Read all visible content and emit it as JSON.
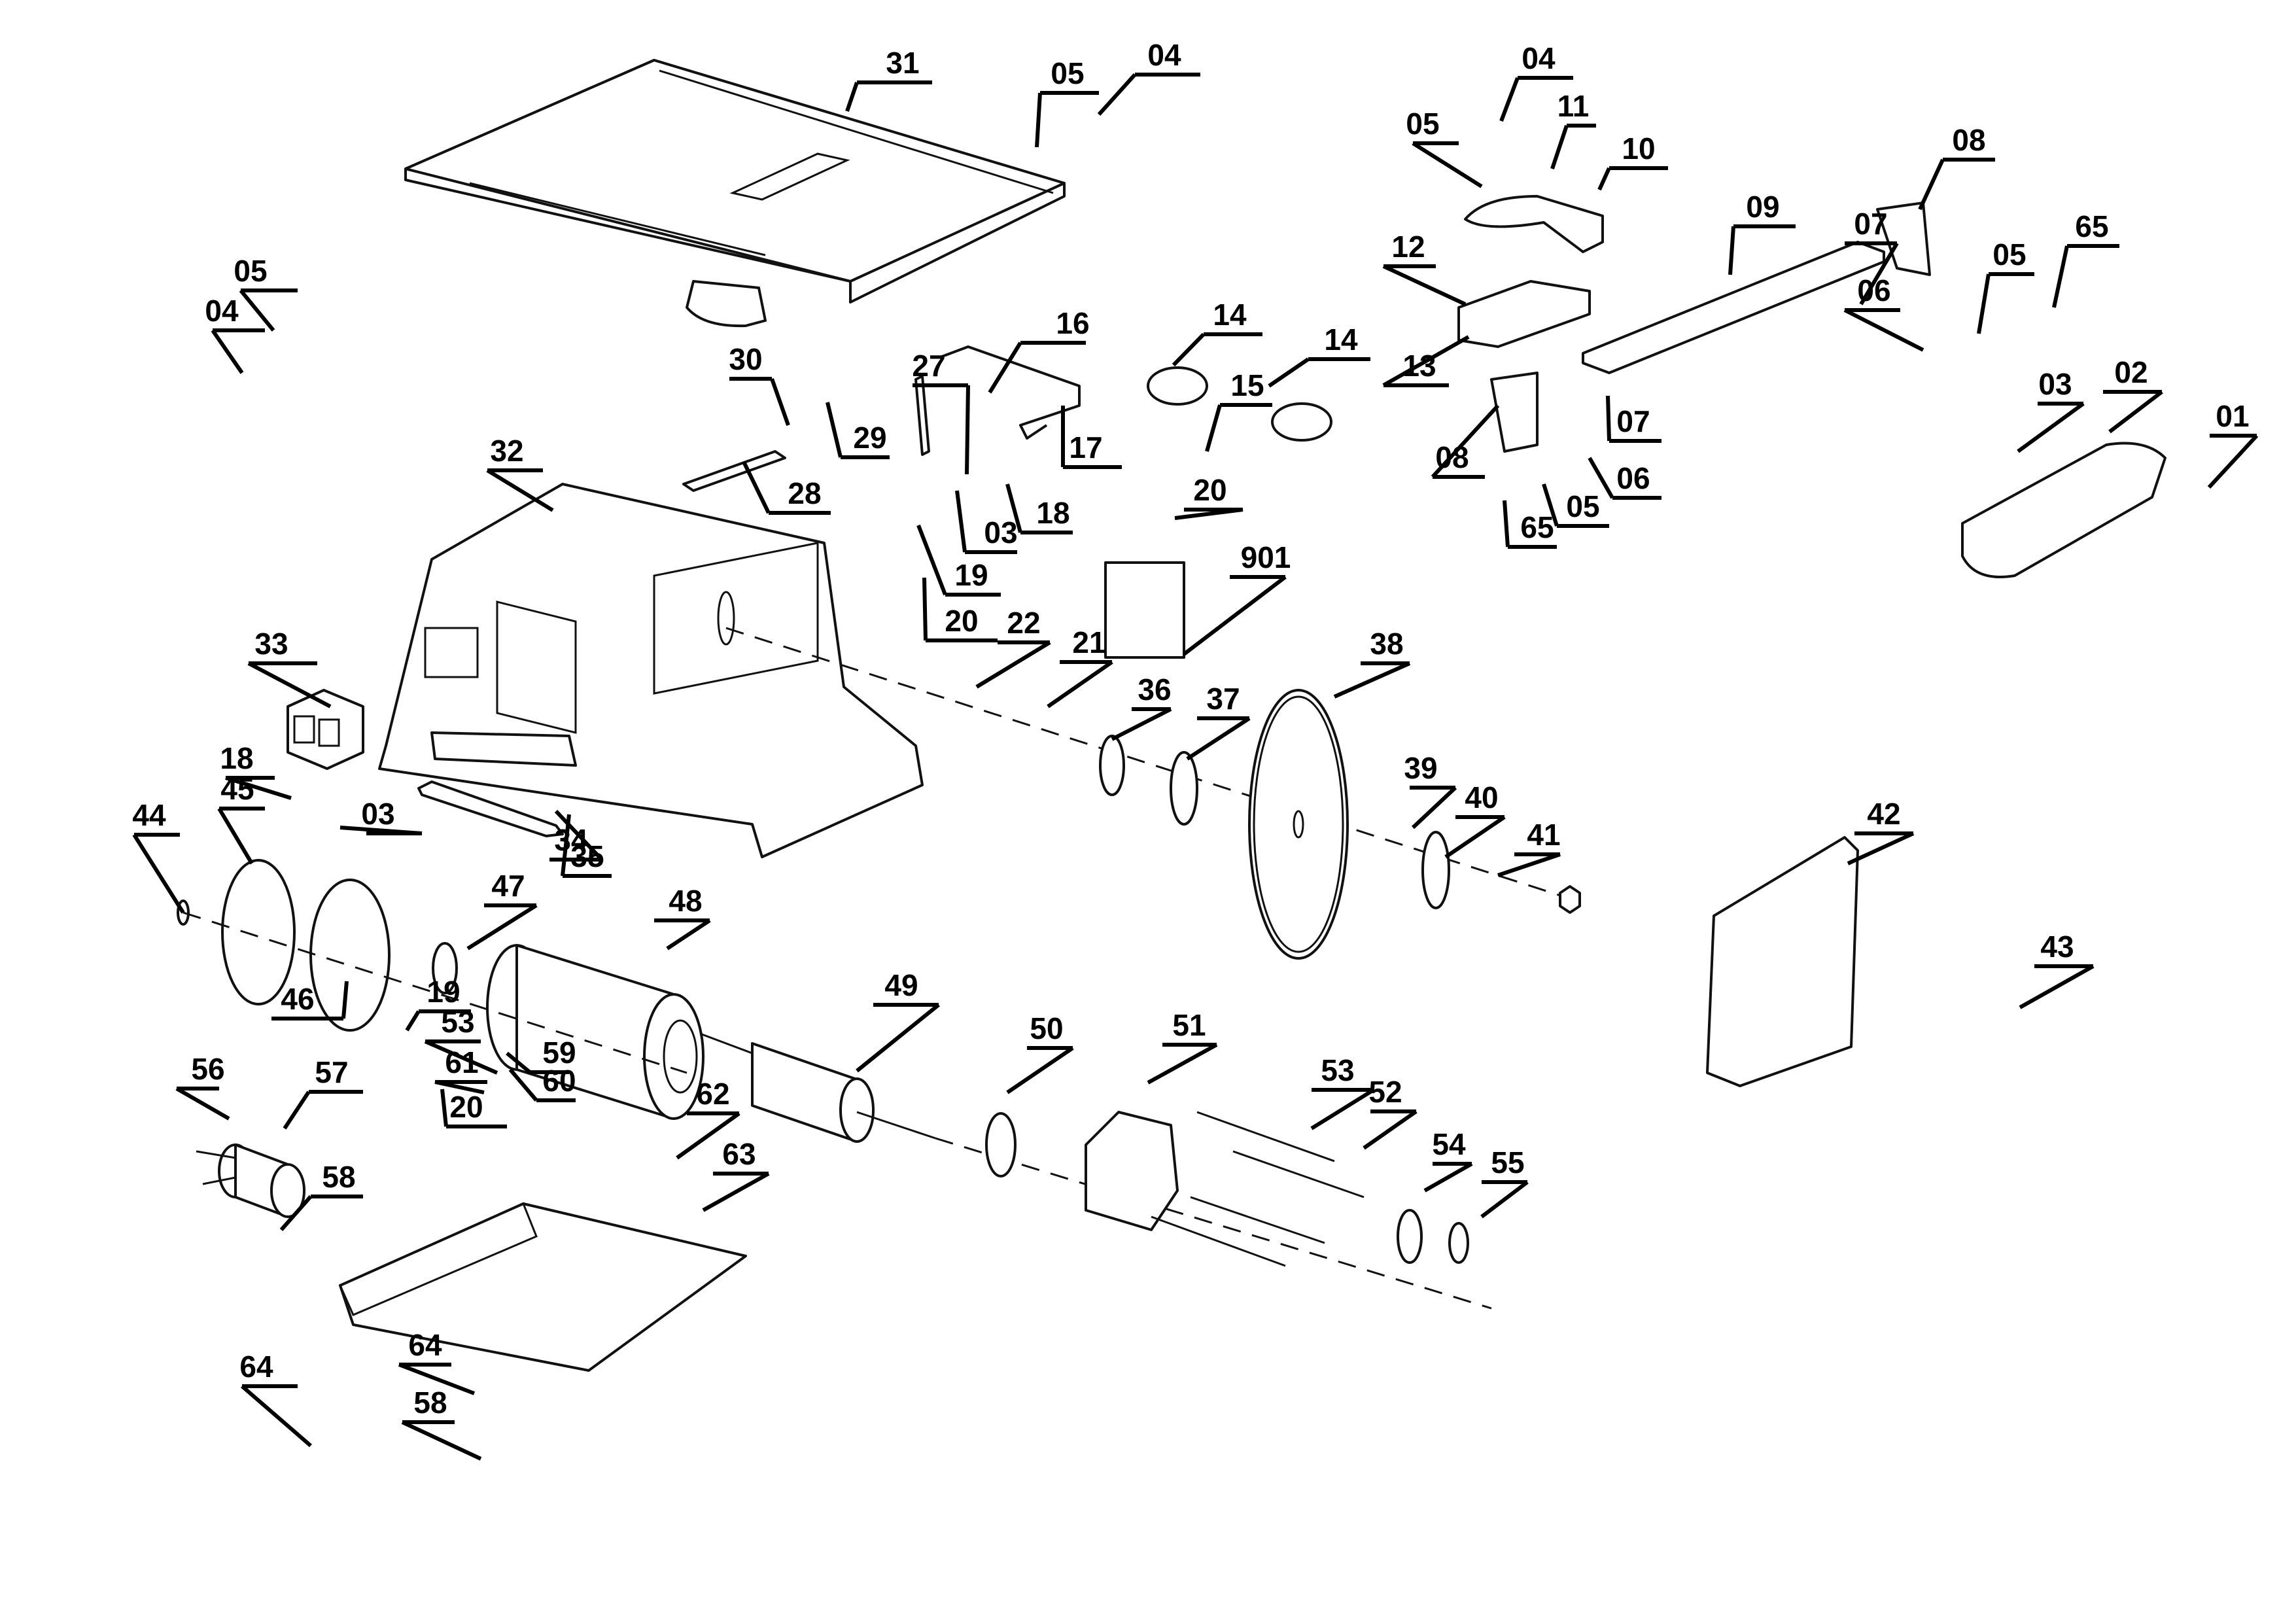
{
  "diagram": {
    "title": "Table saw exploded parts diagram",
    "callouts": [
      {
        "id": "c01",
        "label": "01"
      },
      {
        "id": "c02",
        "label": "02"
      },
      {
        "id": "c03a",
        "label": "03"
      },
      {
        "id": "c03b",
        "label": "03"
      },
      {
        "id": "c03c",
        "label": "03"
      },
      {
        "id": "c04a",
        "label": "04"
      },
      {
        "id": "c04b",
        "label": "04"
      },
      {
        "id": "c04c",
        "label": "04"
      },
      {
        "id": "c05a",
        "label": "05"
      },
      {
        "id": "c05b",
        "label": "05"
      },
      {
        "id": "c05c",
        "label": "05"
      },
      {
        "id": "c05d",
        "label": "05"
      },
      {
        "id": "c05e",
        "label": "05"
      },
      {
        "id": "c06a",
        "label": "06"
      },
      {
        "id": "c06b",
        "label": "06"
      },
      {
        "id": "c07a",
        "label": "07"
      },
      {
        "id": "c07b",
        "label": "07"
      },
      {
        "id": "c08a",
        "label": "08"
      },
      {
        "id": "c08b",
        "label": "08"
      },
      {
        "id": "c09",
        "label": "09"
      },
      {
        "id": "c10",
        "label": "10"
      },
      {
        "id": "c11",
        "label": "11"
      },
      {
        "id": "c12",
        "label": "12"
      },
      {
        "id": "c13",
        "label": "13"
      },
      {
        "id": "c14a",
        "label": "14"
      },
      {
        "id": "c14b",
        "label": "14"
      },
      {
        "id": "c15",
        "label": "15"
      },
      {
        "id": "c16",
        "label": "16"
      },
      {
        "id": "c17",
        "label": "17"
      },
      {
        "id": "c18a",
        "label": "18"
      },
      {
        "id": "c18b",
        "label": "18"
      },
      {
        "id": "c19a",
        "label": "19"
      },
      {
        "id": "c19b",
        "label": "19"
      },
      {
        "id": "c20a",
        "label": "20"
      },
      {
        "id": "c20b",
        "label": "20"
      },
      {
        "id": "c20c",
        "label": "20"
      },
      {
        "id": "c21",
        "label": "21"
      },
      {
        "id": "c22",
        "label": "22"
      },
      {
        "id": "c27",
        "label": "27"
      },
      {
        "id": "c28",
        "label": "28"
      },
      {
        "id": "c29",
        "label": "29"
      },
      {
        "id": "c30",
        "label": "30"
      },
      {
        "id": "c31",
        "label": "31"
      },
      {
        "id": "c32",
        "label": "32"
      },
      {
        "id": "c33",
        "label": "33"
      },
      {
        "id": "c34",
        "label": "34"
      },
      {
        "id": "c35",
        "label": "35"
      },
      {
        "id": "c36",
        "label": "36"
      },
      {
        "id": "c37",
        "label": "37"
      },
      {
        "id": "c38",
        "label": "38"
      },
      {
        "id": "c39",
        "label": "39"
      },
      {
        "id": "c40",
        "label": "40"
      },
      {
        "id": "c41",
        "label": "41"
      },
      {
        "id": "c42",
        "label": "42"
      },
      {
        "id": "c43",
        "label": "43"
      },
      {
        "id": "c44",
        "label": "44"
      },
      {
        "id": "c45",
        "label": "45"
      },
      {
        "id": "c46",
        "label": "46"
      },
      {
        "id": "c47",
        "label": "47"
      },
      {
        "id": "c48",
        "label": "48"
      },
      {
        "id": "c49",
        "label": "49"
      },
      {
        "id": "c50",
        "label": "50"
      },
      {
        "id": "c51",
        "label": "51"
      },
      {
        "id": "c52",
        "label": "52"
      },
      {
        "id": "c53a",
        "label": "53"
      },
      {
        "id": "c53b",
        "label": "53"
      },
      {
        "id": "c54",
        "label": "54"
      },
      {
        "id": "c55",
        "label": "55"
      },
      {
        "id": "c56",
        "label": "56"
      },
      {
        "id": "c57",
        "label": "57"
      },
      {
        "id": "c58a",
        "label": "58"
      },
      {
        "id": "c58b",
        "label": "58"
      },
      {
        "id": "c59",
        "label": "59"
      },
      {
        "id": "c60",
        "label": "60"
      },
      {
        "id": "c61",
        "label": "61"
      },
      {
        "id": "c62",
        "label": "62"
      },
      {
        "id": "c63",
        "label": "63"
      },
      {
        "id": "c64a",
        "label": "64"
      },
      {
        "id": "c64b",
        "label": "64"
      },
      {
        "id": "c65a",
        "label": "65"
      },
      {
        "id": "c65b",
        "label": "65"
      },
      {
        "id": "c901",
        "label": "901"
      }
    ]
  }
}
